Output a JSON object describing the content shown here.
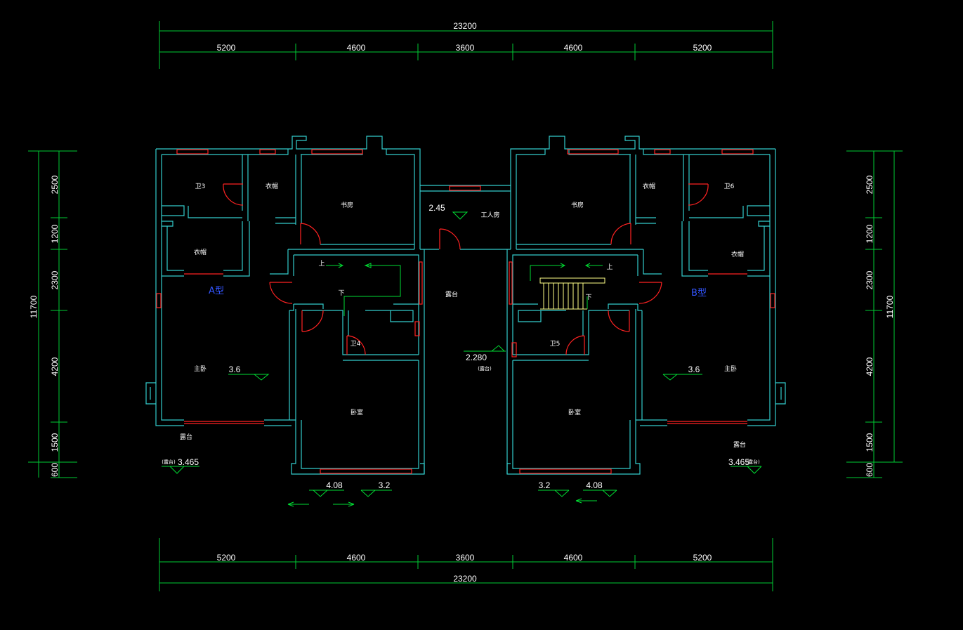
{
  "dimensions": {
    "top_total": "23200",
    "top_segments": [
      "5200",
      "4600",
      "3600",
      "4600",
      "5200"
    ],
    "bottom_total": "23200",
    "bottom_segments": [
      "5200",
      "4600",
      "3600",
      "4600",
      "5200"
    ],
    "left_total": "11700",
    "left_segments": [
      "2500",
      "1200",
      "2300",
      "4200",
      "1500",
      "600"
    ],
    "right_total": "11700",
    "right_segments": [
      "2500",
      "1200",
      "2300",
      "4200",
      "1500",
      "600"
    ]
  },
  "unit_a": {
    "type_label": "A型",
    "rooms": {
      "bath3": "卫3",
      "closet1": "衣帽",
      "study": "书房",
      "closet2": "衣帽",
      "master": "主卧",
      "bath4": "卫4",
      "bedroom": "卧室",
      "terrace": "露台"
    },
    "stair_up": "上",
    "stair_down": "下",
    "levels": {
      "master": "3.6",
      "terrace": "3.465",
      "terrace_note": "(露台)",
      "front_a": "4.08",
      "front_b": "3.2"
    }
  },
  "unit_b": {
    "type_label": "B型",
    "rooms": {
      "bath6": "卫6",
      "closet1": "衣帽",
      "study": "书房",
      "closet2": "衣帽",
      "master": "主卧",
      "bath5": "卫5",
      "bedroom": "卧室",
      "terrace": "露台"
    },
    "stair_up": "上",
    "stair_down": "下",
    "levels": {
      "master": "3.6",
      "terrace": "3.465",
      "terrace_note": "(露台)",
      "front_a": "4.08",
      "front_b": "3.2"
    }
  },
  "center": {
    "servant_room": "工人房",
    "servant_level": "2.45",
    "terrace": "露台",
    "terrace_level": "2.280",
    "terrace_note": "(露台)"
  },
  "colors": {
    "background": "#000000",
    "dimension": "#00cc33",
    "wall": "#33cccc",
    "window_door": "#ff2222",
    "type_label": "#3355ff",
    "stair": "#ffff88"
  }
}
